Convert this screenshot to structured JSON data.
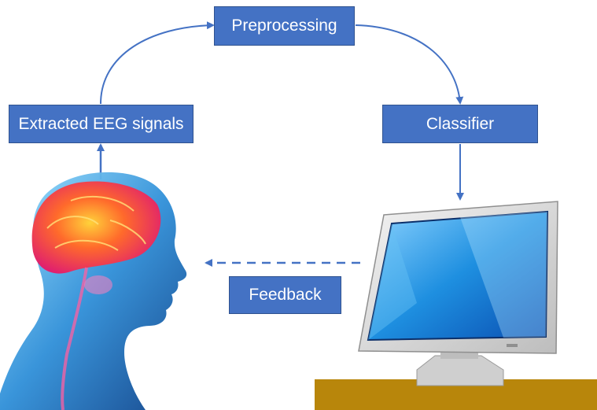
{
  "nodes": {
    "preprocessing": "Preprocessing",
    "extracted": "Extracted EEG signals",
    "classifier": "Classifier",
    "feedback": "Feedback"
  },
  "colors": {
    "box_fill": "#4472c4",
    "box_border": "#2f528f",
    "arrow": "#4472c4",
    "desk": "#b8860b"
  },
  "illustrations": [
    "human-head-with-glowing-brain",
    "computer-monitor-on-desk"
  ]
}
